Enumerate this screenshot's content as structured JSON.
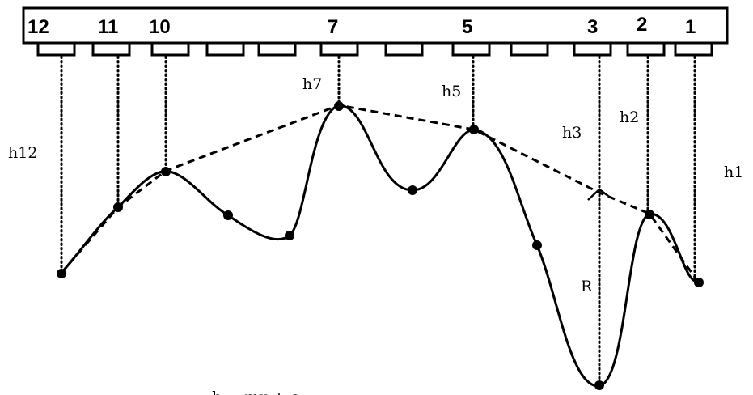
{
  "bar": {
    "numbers": [
      {
        "text": "12"
      },
      {
        "text": "11"
      },
      {
        "text": "10"
      },
      {
        "text": "7"
      },
      {
        "text": "5"
      },
      {
        "text": "3"
      },
      {
        "text": "2"
      },
      {
        "text": "1"
      }
    ]
  },
  "heights": {
    "h12": "h12",
    "h7": "h7",
    "h5": "h5",
    "h3": "h3",
    "h2": "h2",
    "h1": "h1"
  },
  "residual_label": "R",
  "formula": "h = mx + c"
}
